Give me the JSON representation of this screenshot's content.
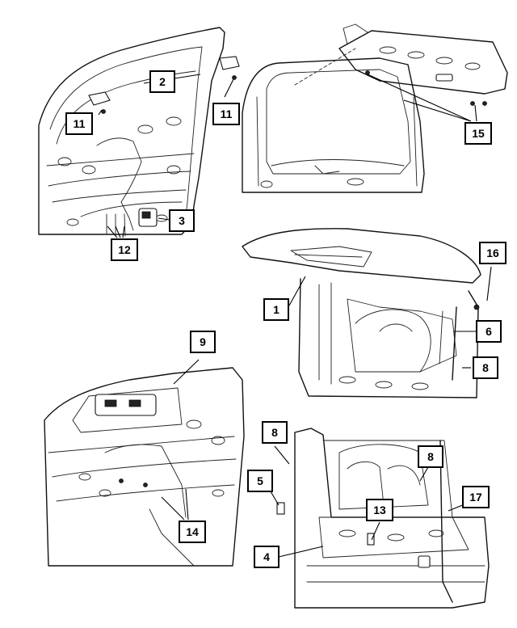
{
  "callouts": {
    "c1": "1",
    "c2": "2",
    "c3": "3",
    "c4": "4",
    "c5": "5",
    "c6": "6",
    "c8a": "8",
    "c8b": "8",
    "c8c": "8",
    "c9": "9",
    "c11a": "11",
    "c11b": "11",
    "c12": "12",
    "c13": "13",
    "c14": "14",
    "c15": "15",
    "c16": "16",
    "c17": "17"
  }
}
